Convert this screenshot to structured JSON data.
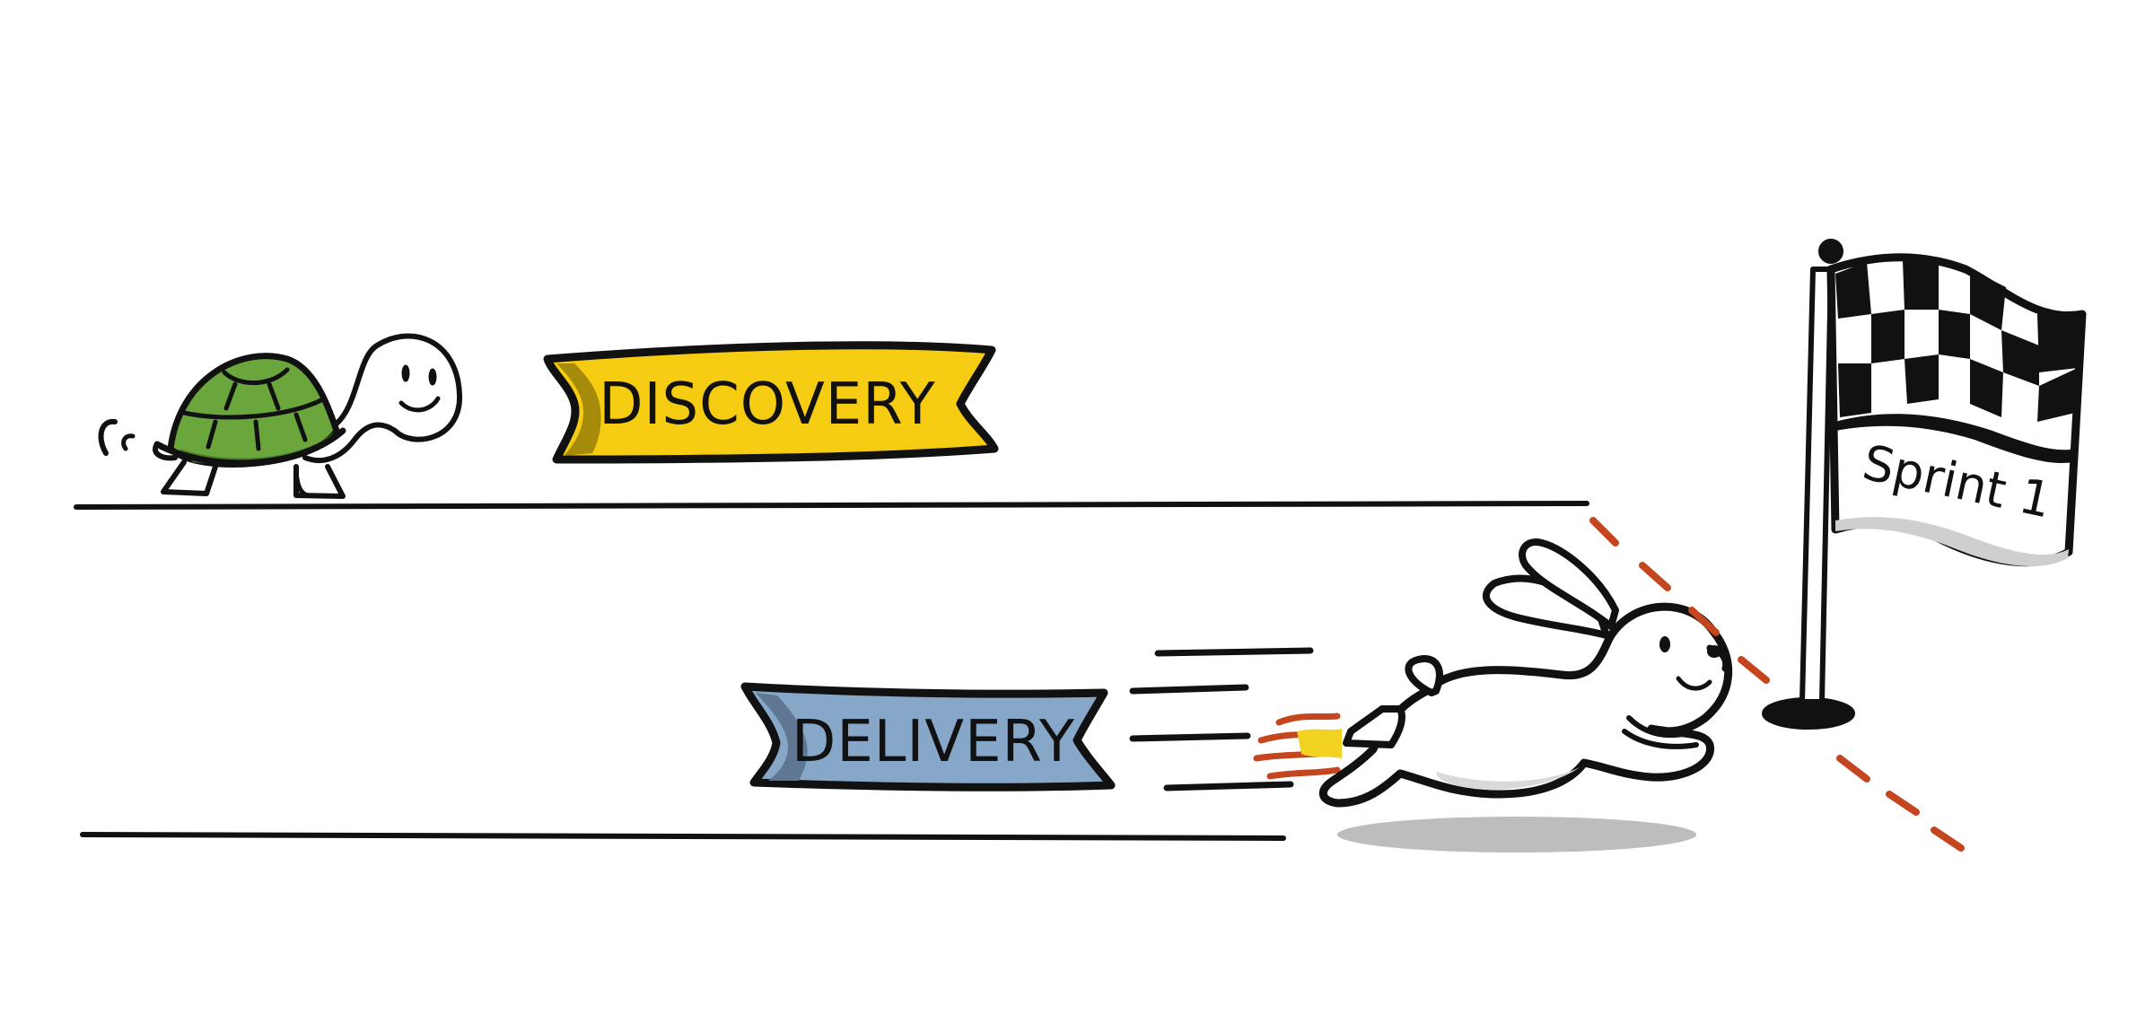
{
  "tracks": {
    "discovery": {
      "label": "DISCOVERY",
      "color": "#f5cc12",
      "shade": "#a68b0b"
    },
    "delivery": {
      "label": "DELIVERY",
      "color": "#86a7c8",
      "shade": "#5f7792"
    }
  },
  "finish_flag": {
    "label": "Sprint 1"
  },
  "icons": {
    "turtle": "turtle-icon",
    "rabbit": "rabbit-icon",
    "flag": "checkered-flag-icon"
  },
  "colors": {
    "turtle_shell": "#6aa63b",
    "turtle_shell_dark": "#4d7f2a",
    "path_dashes": "#c4461f",
    "ink": "#111111",
    "shadow": "#bdbdbd"
  }
}
